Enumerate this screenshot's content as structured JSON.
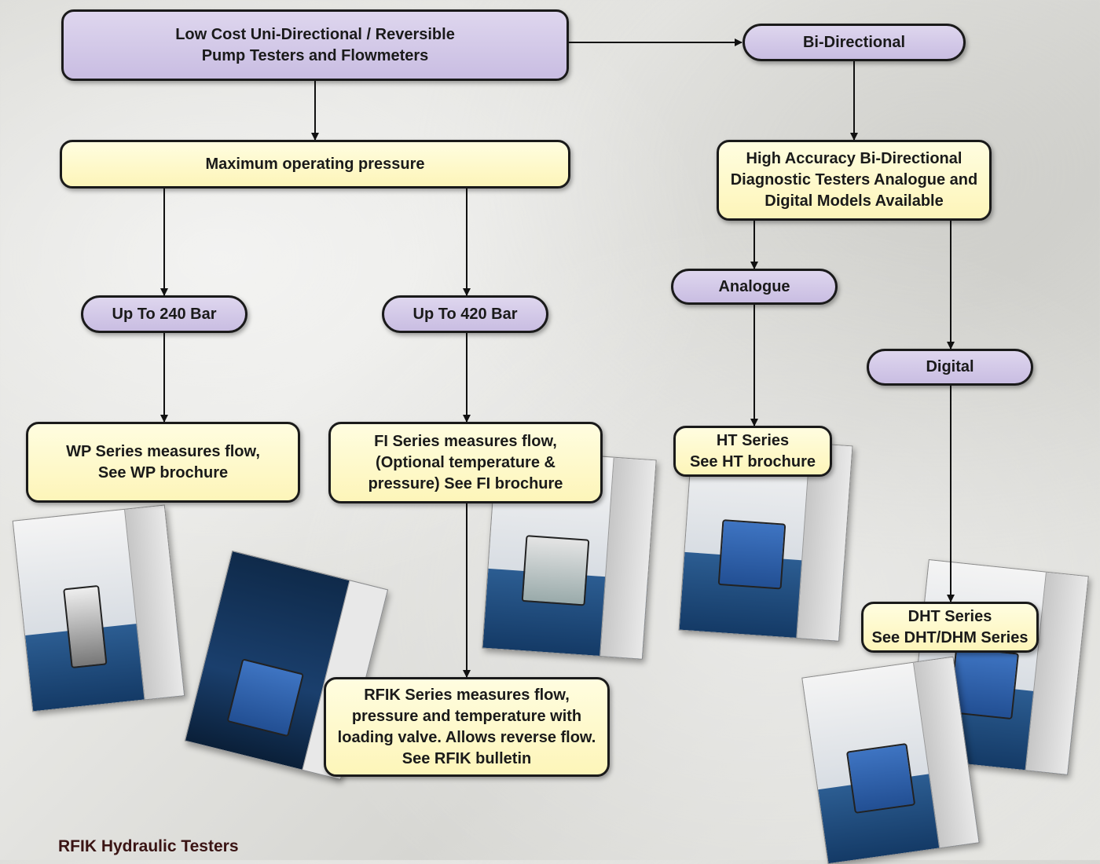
{
  "nodes": {
    "low_cost": "Low Cost Uni-Directional / Reversible\nPump Testers and Flowmeters",
    "bi_directional": "Bi-Directional",
    "max_pressure": "Maximum operating pressure",
    "high_accuracy": "High Accuracy Bi-Directional\nDiagnostic Testers Analogue and\nDigital Models Available",
    "up_240": "Up To 240 Bar",
    "up_420": "Up To 420 Bar",
    "analogue": "Analogue",
    "digital": "Digital",
    "wp_series": "WP Series measures flow,\nSee WP brochure",
    "fi_series": "FI Series measures flow,\n(Optional temperature &\npressure) See FI brochure",
    "ht_series": "HT Series\nSee HT brochure",
    "dht_series": "DHT Series\nSee DHT/DHM Series",
    "rfik_series": "RFIK Series measures flow,\npressure and temperature with\nloading valve. Allows reverse flow.\nSee RFIK bulletin"
  },
  "caption": "RFIK Hydraulic Testers",
  "colors": {
    "purple_box": "#d6cdea",
    "yellow_box": "#fef8c8",
    "border": "#1a1a1a",
    "caption": "#3a1414"
  }
}
